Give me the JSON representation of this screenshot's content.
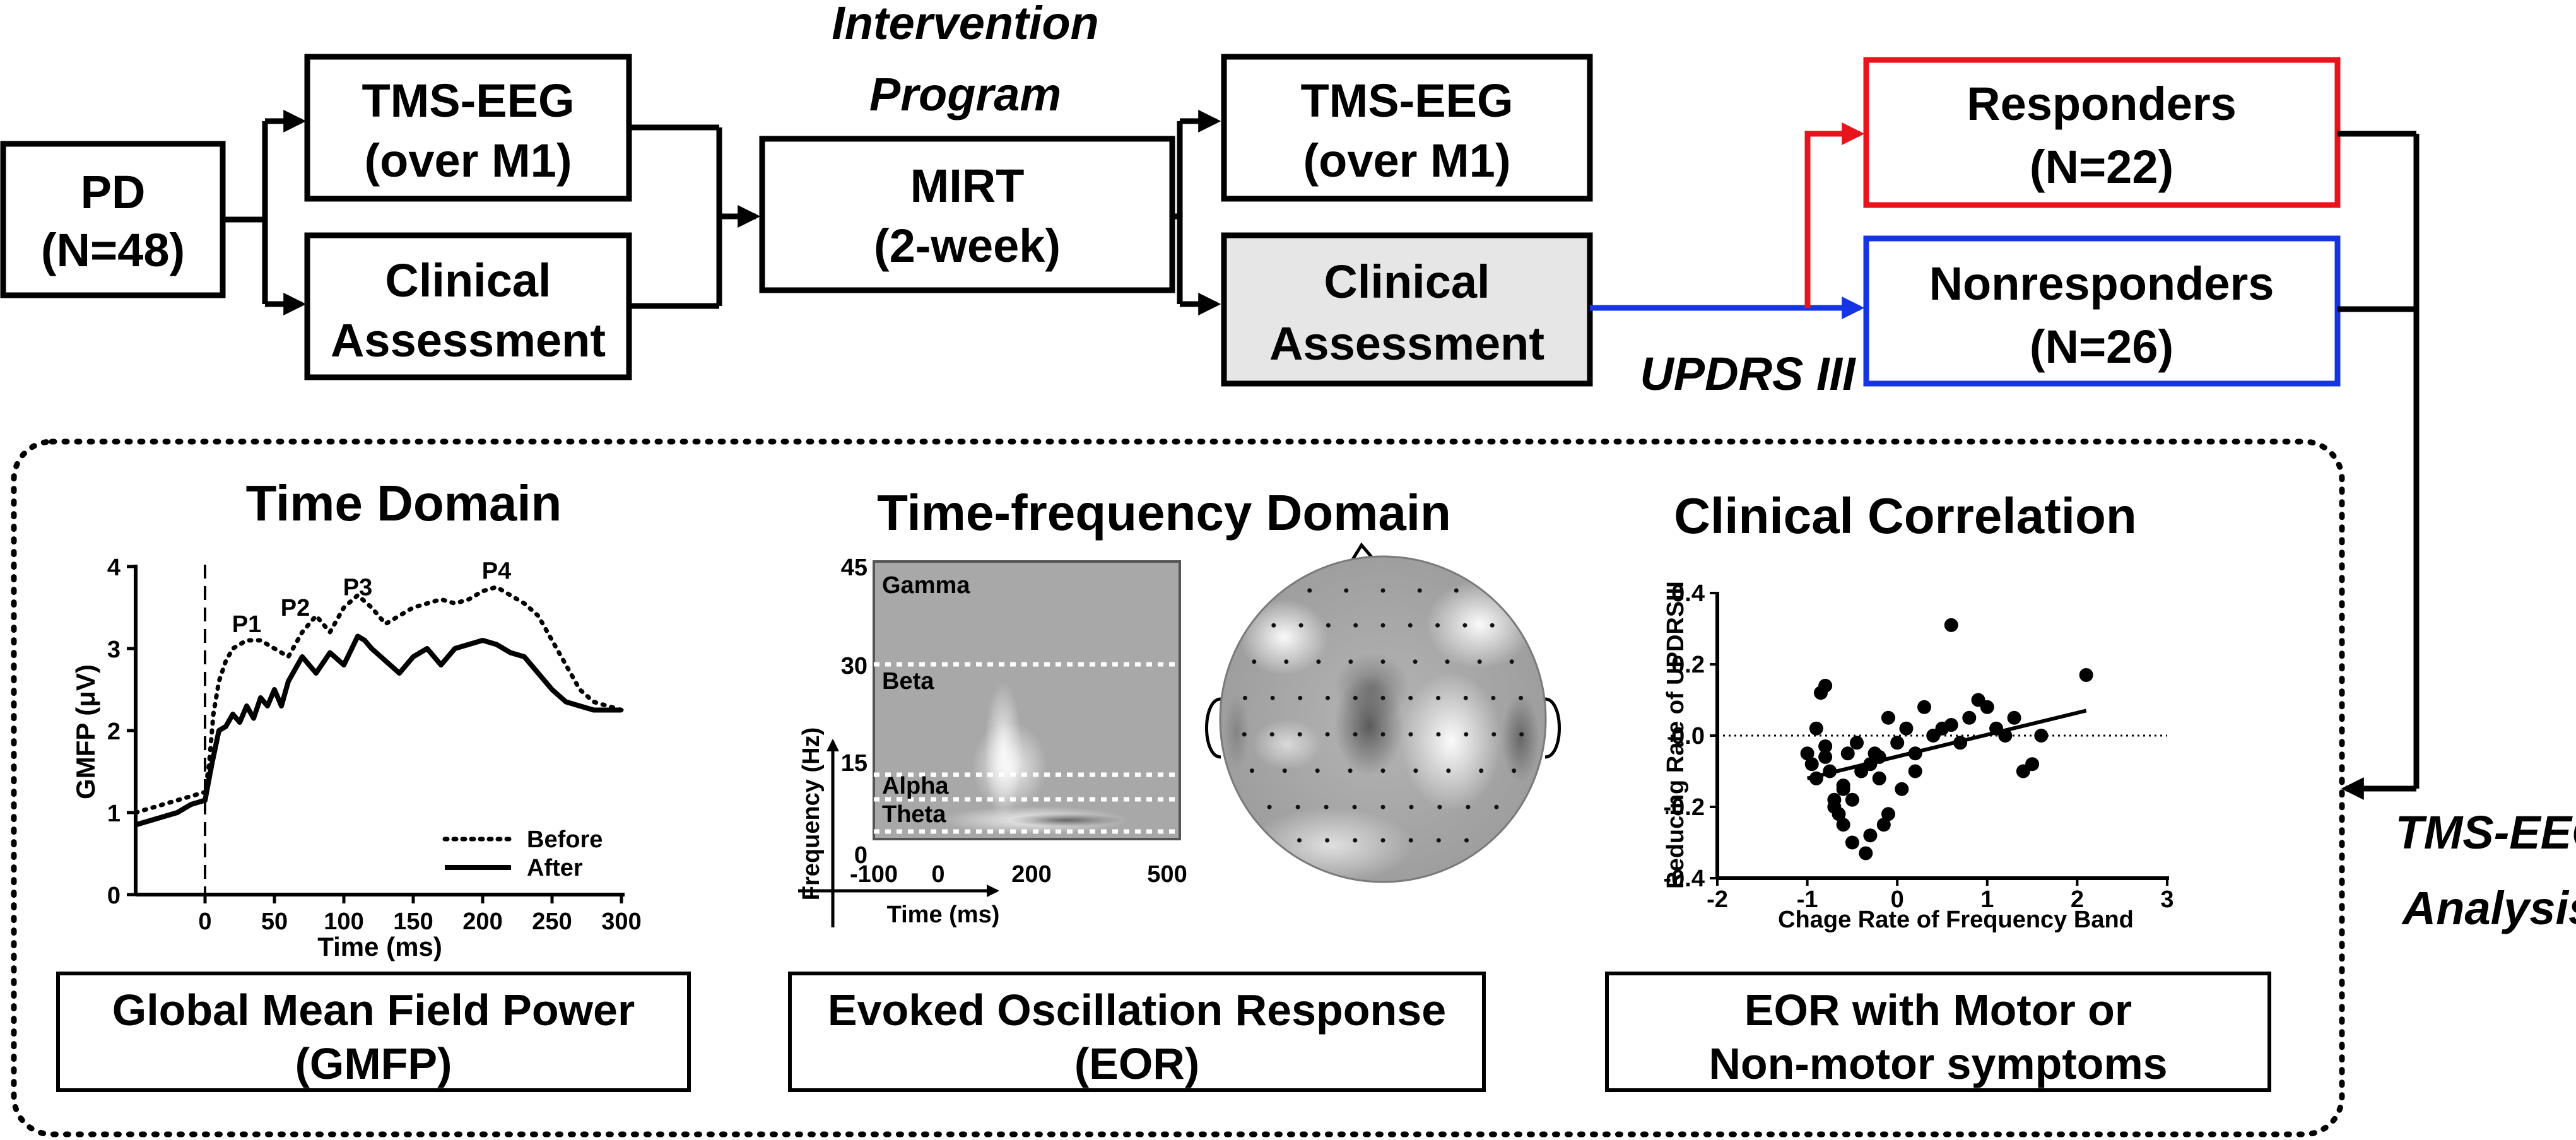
{
  "colors": {
    "responders": "#e8141c",
    "nonresponders": "#1534e3",
    "shaded_box": "#e6e6e6",
    "line": "#000000"
  },
  "flow": {
    "pd_line1": "PD",
    "pd_line2": "(N=48)",
    "tms_pre_line1": "TMS-EEG",
    "tms_pre_line2": "(over M1)",
    "clin_pre_line1": "Clinical",
    "clin_pre_line2": "Assessment",
    "intervention_line1": "Intervention",
    "intervention_line2": "Program",
    "mirt_line1": "MIRT",
    "mirt_line2": "(2-week)",
    "tms_post_line1": "TMS-EEG",
    "tms_post_line2": "(over M1)",
    "clin_post_line1": "Clinical",
    "clin_post_line2": "Assessment",
    "updrs_label": "UPDRS III",
    "resp_line1": "Responders",
    "resp_line2": "(N=22)",
    "nonresp_line1": "Nonresponders",
    "nonresp_line2": "(N=26)",
    "analysis_line1": "TMS-EEG",
    "analysis_line2": "Analysis"
  },
  "panels": {
    "time_domain_title": "Time Domain",
    "tf_domain_title": "Time-frequency Domain",
    "clinical_title": "Clinical Correlation",
    "gmfp_cap1": "Global Mean Field Power",
    "gmfp_cap2": "(GMFP)",
    "eor_cap1": "Evoked Oscillation Response",
    "eor_cap2": "(EOR)",
    "corr_cap1": "EOR with Motor or",
    "corr_cap2": "Non-motor symptoms"
  },
  "gmfp": {
    "ylabel": "GMFP (μV)",
    "xlabel": "Time (ms)",
    "legend_before": "Before",
    "legend_after": "After",
    "peaks": [
      "P1",
      "P2",
      "P3",
      "P4"
    ]
  },
  "tf": {
    "ylabel": "Frequency (Hz)",
    "xlabel": "Time (ms)",
    "bands": [
      "Gamma",
      "Beta",
      "Alpha",
      "Theta"
    ],
    "x_ticks": [
      "-100",
      "0",
      "200",
      "500"
    ],
    "y_ticks": [
      "45",
      "30",
      "15",
      "0"
    ]
  },
  "scatter": {
    "ylabel": "Reducing Rate of UPDRSIII",
    "xlabel": "Chage Rate of Frequency Band"
  },
  "chart_data": [
    {
      "type": "line",
      "xlabel": "Time (ms)",
      "ylabel": "GMFP (μV)",
      "xlim": [
        -50,
        300
      ],
      "ylim": [
        0,
        4
      ],
      "x_ticks": [
        0,
        50,
        100,
        150,
        200,
        250,
        300
      ],
      "y_ticks": [
        0,
        1,
        2,
        3,
        4
      ],
      "legend": "bottom-right",
      "annotations": [
        {
          "text": "P1",
          "x": 30,
          "y": 3.2
        },
        {
          "text": "P2",
          "x": 65,
          "y": 3.4
        },
        {
          "text": "P3",
          "x": 110,
          "y": 3.65
        },
        {
          "text": "P4",
          "x": 210,
          "y": 3.85
        }
      ],
      "series": [
        {
          "name": "Before",
          "style": "dotted",
          "x": [
            -50,
            -40,
            -30,
            -20,
            -10,
            0,
            3,
            6,
            10,
            15,
            20,
            25,
            30,
            40,
            50,
            60,
            70,
            80,
            90,
            100,
            110,
            120,
            130,
            140,
            150,
            160,
            170,
            180,
            190,
            200,
            210,
            220,
            230,
            240,
            250,
            260,
            270,
            280,
            290,
            300
          ],
          "y": [
            1.0,
            1.05,
            1.1,
            1.15,
            1.2,
            1.25,
            1.6,
            2.2,
            2.6,
            2.85,
            3.0,
            3.05,
            3.1,
            3.1,
            3.0,
            2.9,
            3.2,
            3.4,
            3.2,
            3.5,
            3.65,
            3.5,
            3.3,
            3.4,
            3.5,
            3.55,
            3.6,
            3.55,
            3.6,
            3.7,
            3.75,
            3.65,
            3.55,
            3.4,
            3.1,
            2.8,
            2.5,
            2.35,
            2.3,
            2.25
          ]
        },
        {
          "name": "After",
          "style": "solid",
          "x": [
            -50,
            -40,
            -30,
            -20,
            -10,
            0,
            5,
            10,
            15,
            20,
            25,
            30,
            35,
            40,
            45,
            50,
            55,
            60,
            70,
            80,
            90,
            100,
            110,
            115,
            120,
            130,
            140,
            150,
            160,
            170,
            180,
            190,
            200,
            210,
            220,
            230,
            240,
            250,
            260,
            270,
            280,
            290,
            300
          ],
          "y": [
            0.85,
            0.9,
            0.95,
            1.0,
            1.1,
            1.15,
            1.6,
            2.0,
            2.05,
            2.2,
            2.1,
            2.3,
            2.15,
            2.4,
            2.3,
            2.5,
            2.3,
            2.6,
            2.9,
            2.7,
            2.95,
            2.8,
            3.15,
            3.1,
            3.0,
            2.85,
            2.7,
            2.9,
            3.0,
            2.8,
            3.0,
            3.05,
            3.1,
            3.05,
            2.95,
            2.9,
            2.7,
            2.5,
            2.35,
            2.3,
            2.25,
            2.25,
            2.25
          ]
        }
      ]
    },
    {
      "type": "scatter",
      "xlabel": "Chage Rate of Frequency Band",
      "ylabel": "Reducing Rate of UPDRSIII",
      "xlim": [
        -2,
        3
      ],
      "ylim": [
        -0.4,
        0.4
      ],
      "x_ticks": [
        -2,
        -1,
        0,
        1,
        2,
        3
      ],
      "y_ticks": [
        -0.4,
        -0.2,
        0.0,
        0.2,
        0.4
      ],
      "reference_line": {
        "y": 0.0,
        "style": "dotted"
      },
      "fit_line": {
        "x": [
          -1.0,
          2.1
        ],
        "y": [
          -0.12,
          0.07
        ]
      },
      "series": [
        {
          "x": [
            -1.0,
            -0.95,
            -0.9,
            -0.85,
            -0.8,
            -0.75,
            -0.7,
            -0.65,
            -0.6,
            -0.55,
            -0.5,
            -0.45,
            -0.4,
            -0.35,
            -0.3,
            -0.25,
            -0.2,
            -0.15,
            -0.1,
            0.0,
            0.05,
            0.1,
            0.2,
            0.3,
            0.4,
            0.5,
            0.6,
            0.7,
            0.8,
            0.9,
            1.0,
            1.1,
            1.2,
            1.3,
            1.4,
            1.5,
            1.6,
            2.1,
            -0.9,
            -0.8,
            -0.7,
            -0.6,
            -0.5,
            -0.3,
            -0.1,
            0.6,
            -0.8,
            -0.6,
            0.2,
            -0.2
          ],
          "y": [
            -0.05,
            -0.08,
            0.02,
            0.12,
            0.14,
            -0.1,
            -0.18,
            -0.22,
            -0.25,
            -0.05,
            -0.3,
            -0.02,
            -0.1,
            -0.33,
            -0.08,
            -0.05,
            -0.12,
            -0.25,
            0.05,
            -0.02,
            -0.15,
            0.02,
            -0.05,
            0.08,
            0.0,
            0.02,
            0.31,
            -0.02,
            0.05,
            0.1,
            0.08,
            0.02,
            0.0,
            0.05,
            -0.1,
            -0.08,
            0.0,
            0.17,
            -0.12,
            -0.06,
            -0.2,
            -0.14,
            -0.18,
            -0.28,
            -0.22,
            0.03,
            -0.03,
            -0.15,
            -0.1,
            -0.06
          ]
        }
      ]
    }
  ]
}
